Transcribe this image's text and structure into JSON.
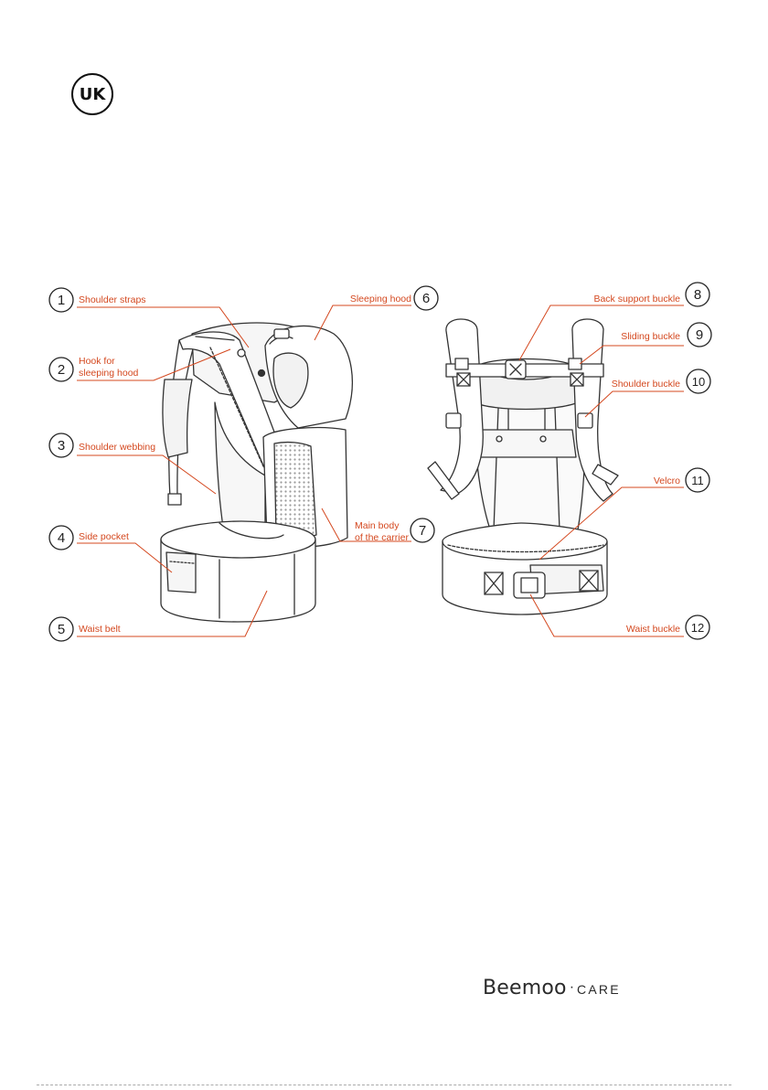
{
  "badge": {
    "text": "UK"
  },
  "left_callouts": [
    {
      "num": "1",
      "lines": [
        "Shoulder straps"
      ]
    },
    {
      "num": "2",
      "lines": [
        "Hook for",
        "sleeping hood"
      ]
    },
    {
      "num": "3",
      "lines": [
        "Shoulder webbing"
      ]
    },
    {
      "num": "4",
      "lines": [
        "Side pocket"
      ]
    },
    {
      "num": "5",
      "lines": [
        "Waist belt"
      ]
    }
  ],
  "middle_callouts": [
    {
      "num": "6",
      "lines": [
        "Sleeping hood"
      ]
    },
    {
      "num": "7",
      "lines": [
        "Main body",
        "of the carrier"
      ]
    }
  ],
  "right_callouts": [
    {
      "num": "8",
      "lines": [
        "Back support buckle"
      ]
    },
    {
      "num": "9",
      "lines": [
        "Sliding buckle"
      ]
    },
    {
      "num": "10",
      "lines": [
        "Shoulder buckle"
      ]
    },
    {
      "num": "11",
      "lines": [
        "Velcro"
      ]
    },
    {
      "num": "12",
      "lines": [
        "Waist buckle"
      ]
    }
  ],
  "colors": {
    "label": "#d4481f",
    "line": "#d4481f",
    "outline": "#333333",
    "mesh": "#bbbbbb"
  },
  "brand": {
    "name": "Beemoo",
    "separator": "·",
    "suffix": "CARE"
  }
}
